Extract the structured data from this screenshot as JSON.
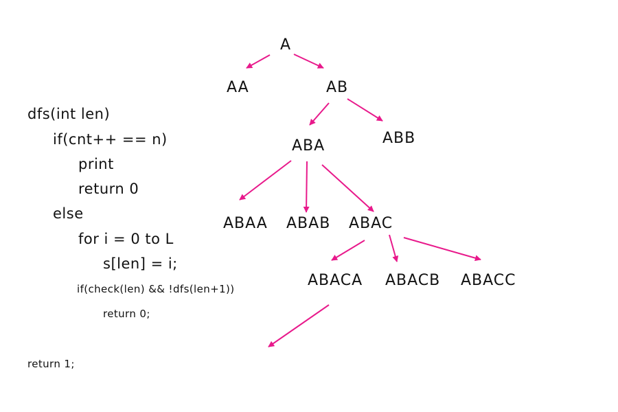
{
  "pseudocode": {
    "lines": [
      "dfs(int len)",
      "if(cnt++ == n)",
      "print",
      "return 0",
      "else",
      "for i = 0 to L",
      "s[len] = i;",
      "if(check(len) && !dfs(len+1))",
      "return 0;",
      "return 1;"
    ]
  },
  "tree": {
    "nodes": [
      "A",
      "AA",
      "AB",
      "ABA",
      "ABB",
      "ABAA",
      "ABAB",
      "ABAC",
      "ABACA",
      "ABACB",
      "ABACC"
    ],
    "edges": [
      [
        "A",
        "AA"
      ],
      [
        "A",
        "AB"
      ],
      [
        "AB",
        "ABA"
      ],
      [
        "AB",
        "ABB"
      ],
      [
        "ABA",
        "ABAA"
      ],
      [
        "ABA",
        "ABAB"
      ],
      [
        "ABA",
        "ABAC"
      ],
      [
        "ABAC",
        "ABACA"
      ],
      [
        "ABAC",
        "ABACB"
      ],
      [
        "ABAC",
        "ABACC"
      ],
      [
        "ABACA",
        ""
      ]
    ],
    "arrow_color": "#e8198b",
    "text_color": "#111111"
  }
}
